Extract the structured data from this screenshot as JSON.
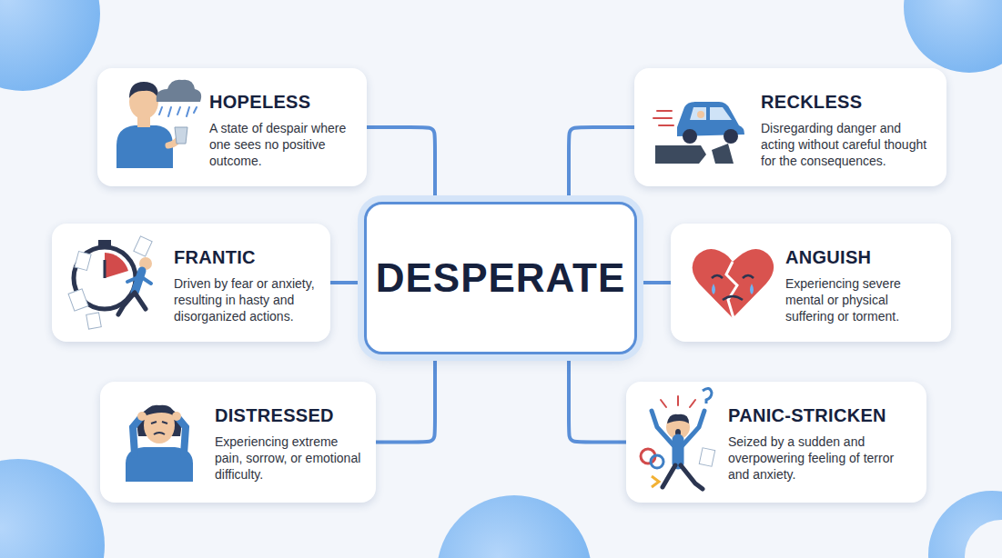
{
  "diagram": {
    "nodes": [
      {
        "text": [
          "HOPELESS",
          "A state of despair where one sees no positive outcome."
        ]
      },
      {
        "text": [
          "RECKLESS",
          "Disregarding danger and acting without careful thought for the consequences."
        ]
      },
      {
        "text": [
          "FRANTIC",
          "Driven by fear or anxiety, resulting in hasty and disorganized actions."
        ]
      },
      {
        "text": [
          "DESPERATE"
        ]
      },
      {
        "text": [
          "ANGUISH",
          "Experiencing severe mental or physical suffering or torment."
        ]
      },
      {
        "text": [
          "DISTRESSED",
          "Experiencing extreme pain, sorrow, or emotional difficulty."
        ]
      },
      {
        "text": [
          "PANIC-STRICKEN",
          "Seized by a sudden and overpowering feeling of terror and anxiety."
        ]
      }
    ],
    "edges": [
      {
        "from": 3,
        "to": 0,
        "arrow": "none"
      },
      {
        "from": 3,
        "to": 1,
        "arrow": "none"
      },
      {
        "from": 3,
        "to": 2,
        "arrow": "none"
      },
      {
        "from": 3,
        "to": 4,
        "arrow": "none"
      },
      {
        "from": 3,
        "to": 5,
        "arrow": "none"
      },
      {
        "from": 3,
        "to": 6,
        "arrow": "none"
      }
    ]
  }
}
